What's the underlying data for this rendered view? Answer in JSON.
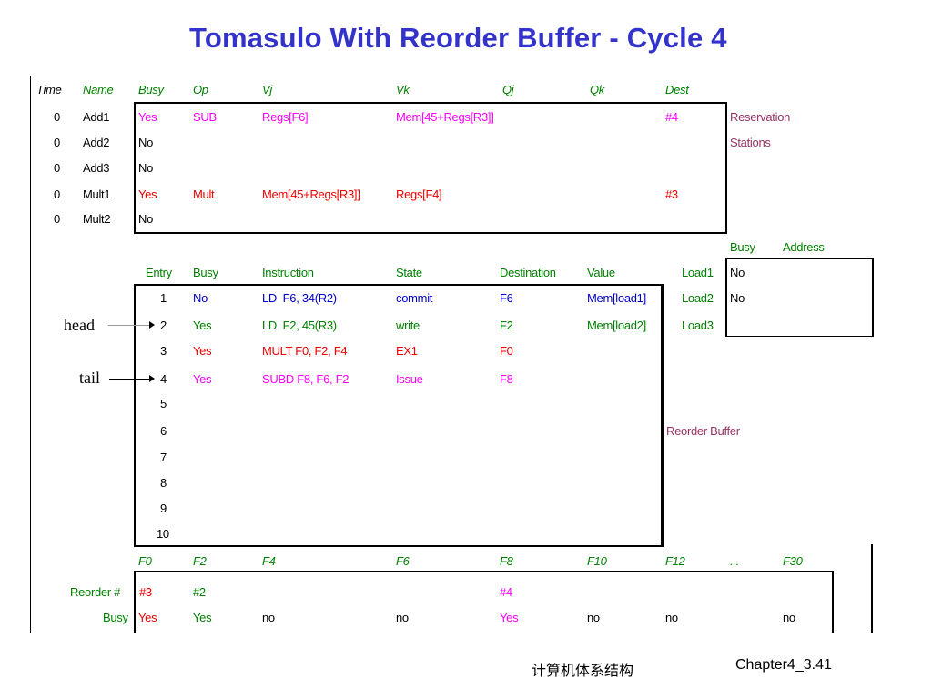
{
  "title": "Tomasulo With Reorder Buffer - Cycle 4",
  "rs": {
    "headers": {
      "time": "Time",
      "name": "Name",
      "busy": "Busy",
      "op": "Op",
      "vj": "Vj",
      "vk": "Vk",
      "qj": "Qj",
      "qk": "Qk",
      "dest": "Dest"
    },
    "rows": [
      {
        "time": "0",
        "name": "Add1",
        "busy": "Yes",
        "op": "SUB",
        "vj": "Regs[F6]",
        "vk": "Mem[45+Regs[R3]]",
        "qj": "",
        "qk": "",
        "dest": "#4"
      },
      {
        "time": "0",
        "name": "Add2",
        "busy": "No",
        "op": "",
        "vj": "",
        "vk": "",
        "qj": "",
        "qk": "",
        "dest": ""
      },
      {
        "time": "0",
        "name": "Add3",
        "busy": "No",
        "op": "",
        "vj": "",
        "vk": "",
        "qj": "",
        "qk": "",
        "dest": ""
      },
      {
        "time": "0",
        "name": "Mult1",
        "busy": "Yes",
        "op": "Mult",
        "vj": "Mem[45+Regs[R3]]",
        "vk": "Regs[F4]",
        "qj": "",
        "qk": "",
        "dest": "#3"
      },
      {
        "time": "0",
        "name": "Mult2",
        "busy": "No",
        "op": "",
        "vj": "",
        "vk": "",
        "qj": "",
        "qk": "",
        "dest": ""
      }
    ],
    "label_line1": "Reservation",
    "label_line2": "Stations"
  },
  "rob": {
    "headers": {
      "entry": "Entry",
      "busy": "Busy",
      "instruction": "Instruction",
      "state": "State",
      "destination": "Destination",
      "value": "Value"
    },
    "rows": [
      {
        "entry": "1",
        "busy": "No",
        "instruction": "LD  F6, 34(R2)",
        "state": "commit",
        "destination": "F6",
        "value": "Mem[load1]"
      },
      {
        "entry": "2",
        "busy": "Yes",
        "instruction": "LD  F2, 45(R3)",
        "state": "write",
        "destination": "F2",
        "value": "Mem[load2]"
      },
      {
        "entry": "3",
        "busy": "Yes",
        "instruction": "MULT F0, F2, F4",
        "state": "EX1",
        "destination": "F0",
        "value": ""
      },
      {
        "entry": "4",
        "busy": "Yes",
        "instruction": "SUBD F8, F6, F2",
        "state": "Issue",
        "destination": "F8",
        "value": ""
      },
      {
        "entry": "5",
        "busy": "",
        "instruction": "",
        "state": "",
        "destination": "",
        "value": ""
      },
      {
        "entry": "6",
        "busy": "",
        "instruction": "",
        "state": "",
        "destination": "",
        "value": ""
      },
      {
        "entry": "7",
        "busy": "",
        "instruction": "",
        "state": "",
        "destination": "",
        "value": ""
      },
      {
        "entry": "8",
        "busy": "",
        "instruction": "",
        "state": "",
        "destination": "",
        "value": ""
      },
      {
        "entry": "9",
        "busy": "",
        "instruction": "",
        "state": "",
        "destination": "",
        "value": ""
      },
      {
        "entry": "10",
        "busy": "",
        "instruction": "",
        "state": "",
        "destination": "",
        "value": ""
      }
    ],
    "label": "Reorder Buffer",
    "head_label": "head",
    "tail_label": "tail"
  },
  "load_buffers": {
    "headers": {
      "busy": "Busy",
      "address": "Address"
    },
    "rows": [
      {
        "name": "Load1",
        "busy": "No",
        "address": ""
      },
      {
        "name": "Load2",
        "busy": "No",
        "address": ""
      },
      {
        "name": "Load3",
        "busy": "",
        "address": ""
      }
    ]
  },
  "regs": {
    "headers": [
      "F0",
      "F2",
      "F4",
      "F6",
      "F8",
      "F10",
      "F12",
      "...",
      "F30"
    ],
    "reorder_label": "Reorder #",
    "busy_label": "Busy",
    "reorder": [
      "#3",
      "#2",
      "",
      "",
      "#4",
      "",
      "",
      "",
      ""
    ],
    "busy": [
      "Yes",
      "Yes",
      "no",
      "no",
      "Yes",
      "no",
      "no",
      "",
      "no"
    ]
  },
  "footer": {
    "course": "计算机体系结构",
    "page": "Chapter4_3.41"
  },
  "colors": {
    "title": "#3333cc",
    "header": "#008000",
    "blue": "#0000cc",
    "red": "#ee0000",
    "magenta": "#ff00ff",
    "label": "#993366"
  }
}
